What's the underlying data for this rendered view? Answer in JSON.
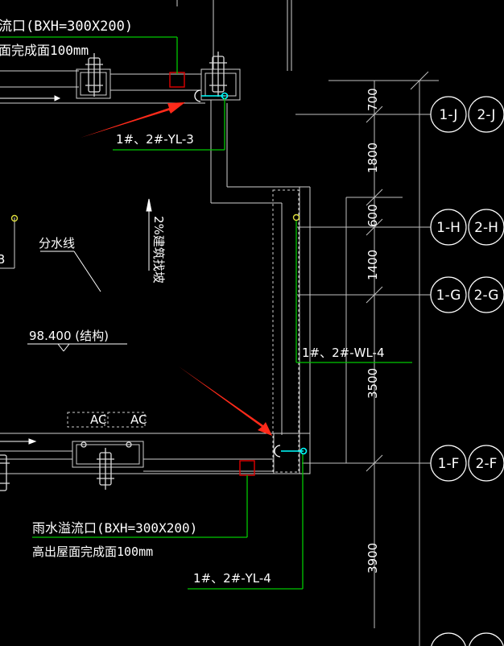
{
  "labels": {
    "top_outlet_title": "流口(BXH=300X200)",
    "top_outlet_sub": "面完成面100mm",
    "yl3": "1#、2#-YL-3",
    "yl4": "1#、2#-YL-4",
    "wl4": "1#、2#-WL-4",
    "water_divide": "分水线",
    "slope_note": "2%建筑找坡",
    "elev": "98.400 (结构)",
    "ac": "AC",
    "bottom_outlet_title": "雨水溢流口(BXH=300X200)",
    "bottom_outlet_sub": "高出屋面完成面100mm",
    "left_clip_b": "B"
  },
  "dimensions": [
    "700",
    "1800",
    "600",
    "1400",
    "3500",
    "3900"
  ],
  "grid_axes": [
    {
      "a": "1-J",
      "b": "2-J"
    },
    {
      "a": "1-H",
      "b": "2-H"
    },
    {
      "a": "1-G",
      "b": "2-G"
    },
    {
      "a": "1-F",
      "b": "2-F"
    }
  ],
  "colors": {
    "background": "#000000",
    "linework": "#ffffff",
    "leader": "#00c800",
    "pipe": "#00ffff",
    "drain_box": "#e00000",
    "arrow": "#ff2a1a",
    "node": "#dcdc3c"
  }
}
